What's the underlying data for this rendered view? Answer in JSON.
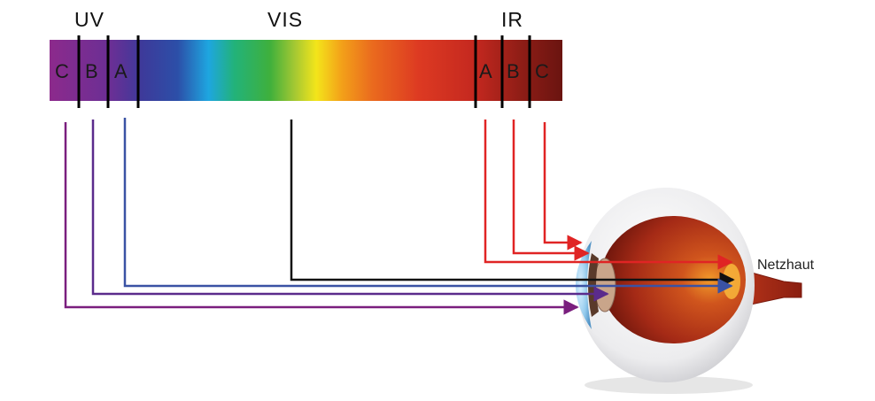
{
  "headers": {
    "uv": "UV",
    "vis": "VIS",
    "ir": "IR"
  },
  "uv_bands": [
    "C",
    "B",
    "A"
  ],
  "ir_bands": [
    "A",
    "B",
    "C"
  ],
  "retina_label": "Netzhaut",
  "colors": {
    "uvc": "#7a1f7e",
    "uvb": "#5b2b8c",
    "uva": "#3a52a4",
    "vis": "#111111",
    "ir": "#e02424"
  }
}
